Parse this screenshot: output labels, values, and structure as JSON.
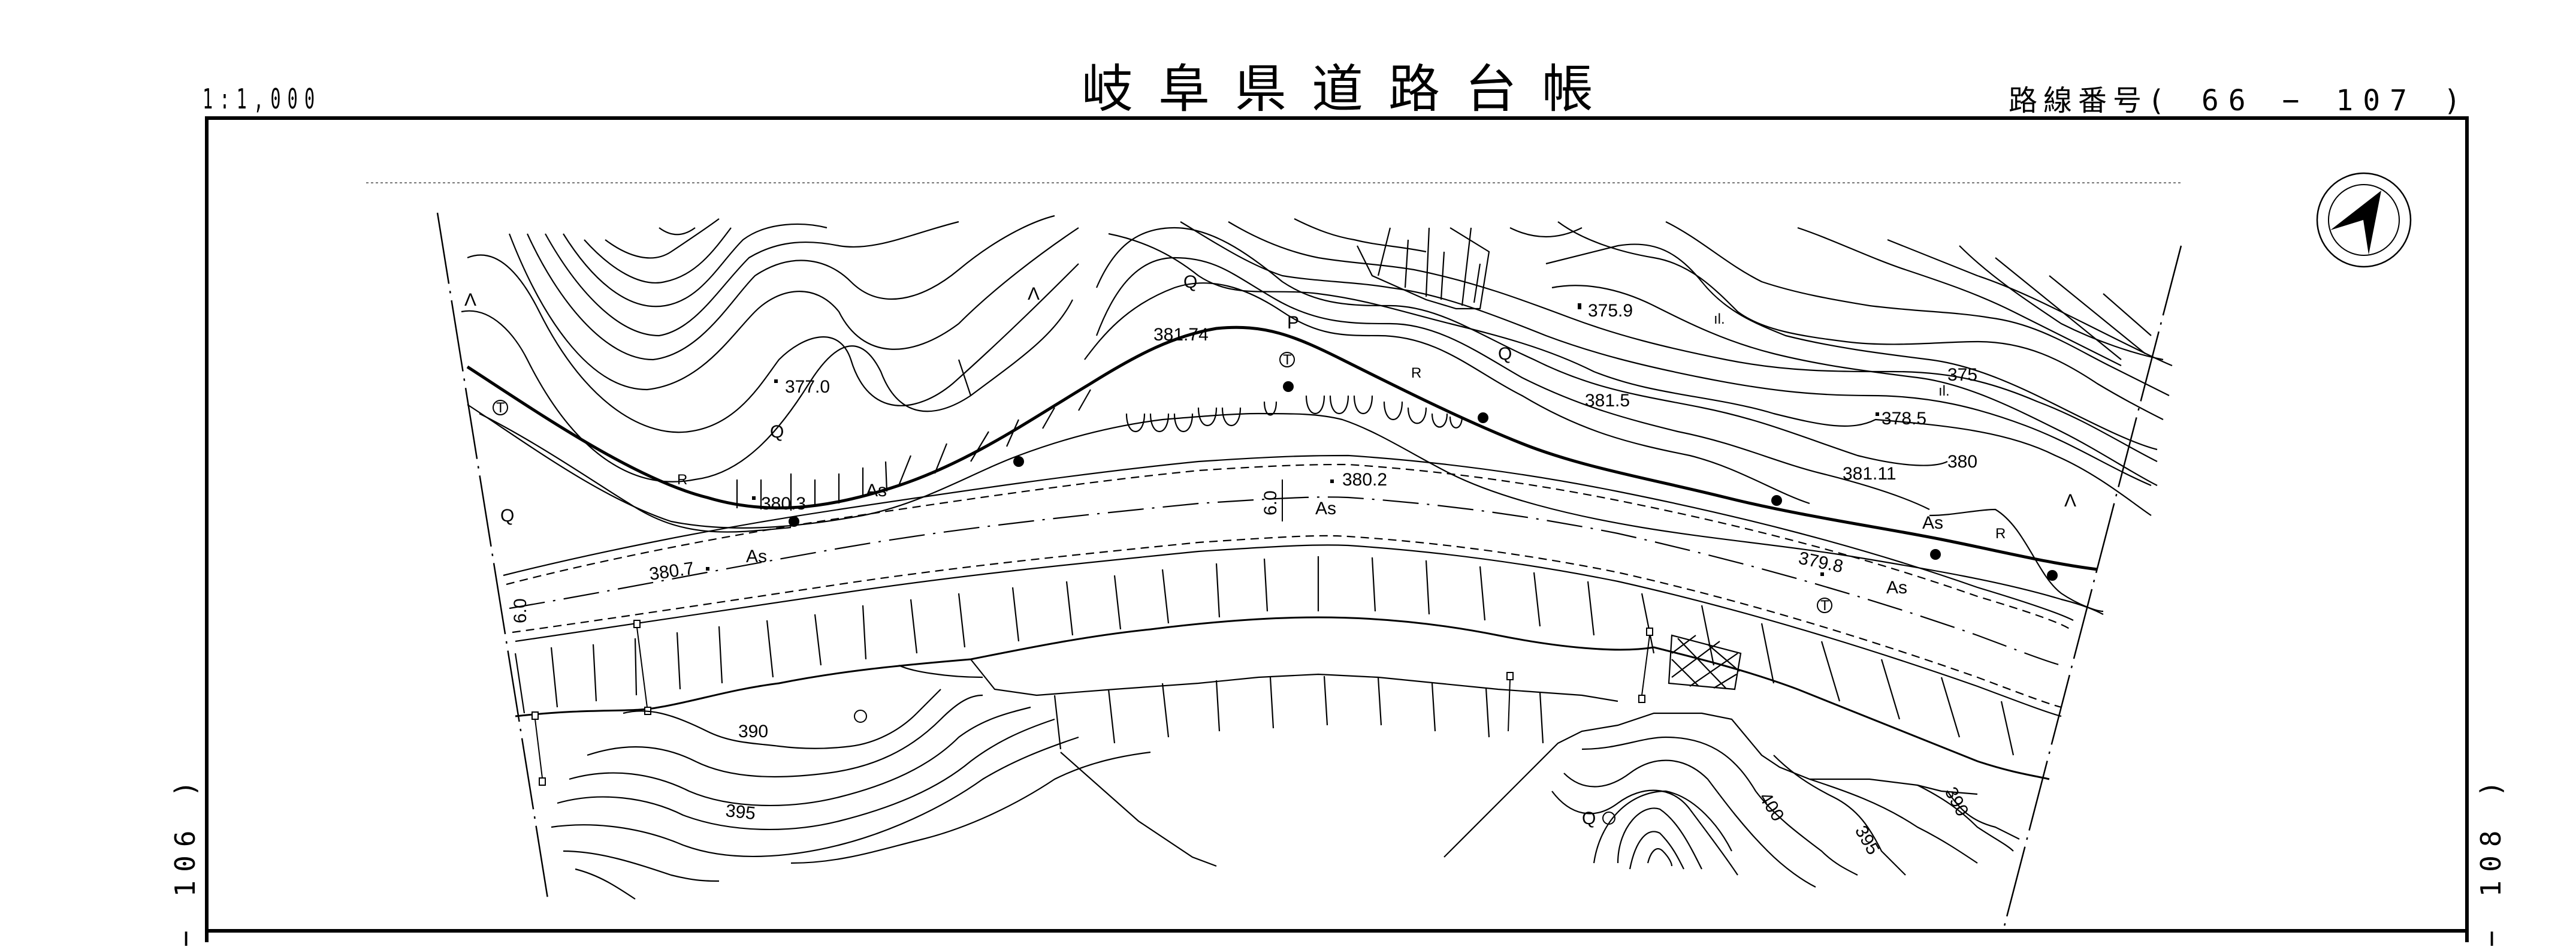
{
  "header": {
    "scale": "1:1,000",
    "title": "岐阜県道路台帳",
    "route_label": "路線番号",
    "route_number": "( 66 − 107 )"
  },
  "sheet_links": {
    "left": "− 106 )",
    "right": "− 108 )"
  },
  "compass": {
    "icon": "north-arrow-icon"
  },
  "map": {
    "spot_heights": [
      {
        "id": "sh1",
        "value": "377.0"
      },
      {
        "id": "sh2",
        "value": "380.3"
      },
      {
        "id": "sh3",
        "value": "380.7"
      },
      {
        "id": "sh4",
        "value": "381.74"
      },
      {
        "id": "sh5",
        "value": "375.9"
      },
      {
        "id": "sh6",
        "value": "381.5"
      },
      {
        "id": "sh7",
        "value": "380.2"
      },
      {
        "id": "sh8",
        "value": "378.5"
      },
      {
        "id": "sh9",
        "value": "381.11"
      },
      {
        "id": "sh10",
        "value": "379.8"
      }
    ],
    "contour_labels": [
      "375",
      "380",
      "390",
      "395",
      "400",
      "395",
      "390"
    ],
    "surface_label": "As",
    "width_label": "6.0",
    "guardrail_label": "R",
    "telephone_symbol": "T",
    "symbols": {
      "broadleaf": "Q",
      "conifer": "Λ",
      "wasteland": "ıl.",
      "pole": "P"
    }
  }
}
